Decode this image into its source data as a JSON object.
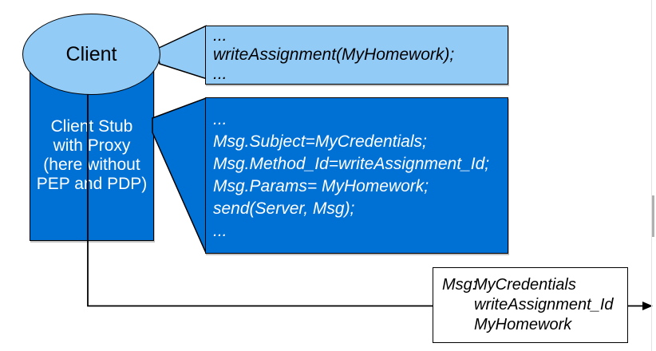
{
  "client": {
    "label": "Client"
  },
  "stub": {
    "label_lines": [
      "Client Stub",
      "with Proxy",
      "(here without",
      "PEP and PDP)"
    ]
  },
  "callout_client_code": {
    "lines": [
      "...",
      "writeAssignment(MyHomework);",
      "..."
    ]
  },
  "callout_stub_code": {
    "lines": [
      "...",
      "Msg.Subject=MyCredentials;",
      "Msg.Method_Id=writeAssignment_Id;",
      "Msg.Params= MyHomework;",
      "send(Server, Msg);",
      "..."
    ]
  },
  "message_box": {
    "label": "Msg:",
    "values": [
      "MyCredentials",
      "writeAssignment_Id",
      "MyHomework"
    ]
  },
  "icons": {
    "flow_arrow": "arrowhead-right"
  },
  "colors": {
    "light_blue": "#93cbf7",
    "dark_blue": "#0071d4",
    "outline": "#000000",
    "text_on_dark": "#ffffff",
    "text_on_light": "#000000",
    "scrollbar_thumb": "#b0b0b0"
  }
}
